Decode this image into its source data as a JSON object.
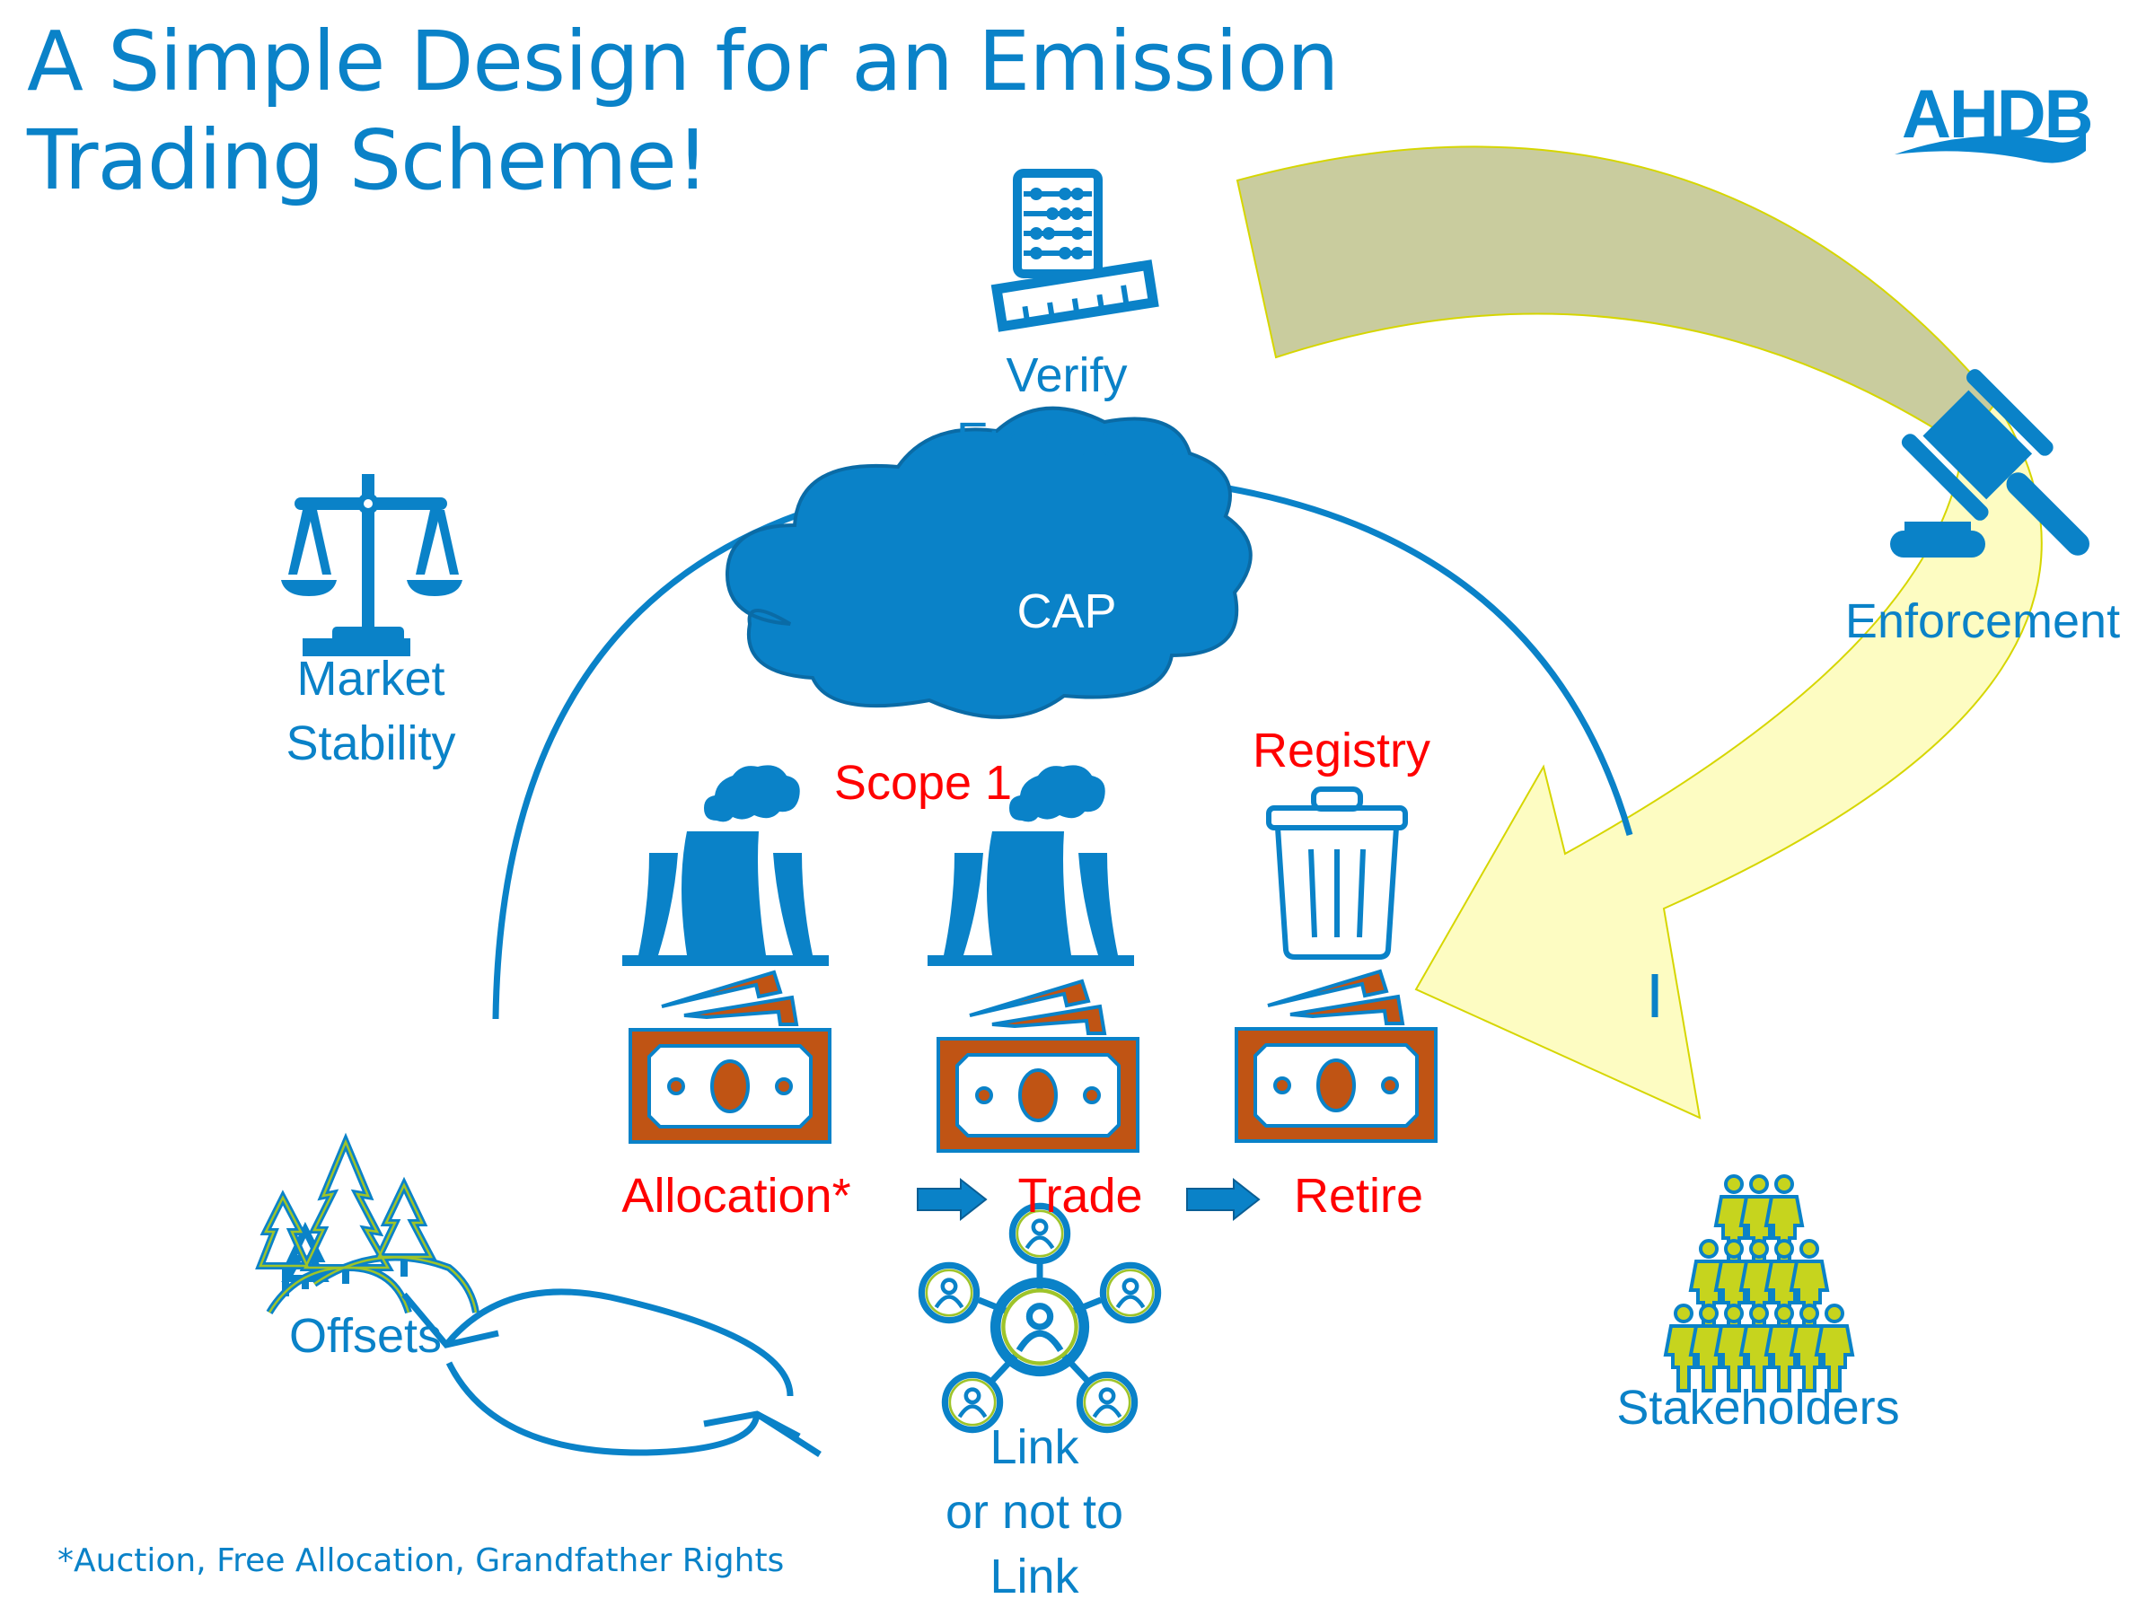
{
  "title": {
    "line1": "A Simple Design for an Emission",
    "line2": "Trading Scheme!"
  },
  "logo": {
    "text": "AHDB",
    "icon": "ahdb-logo-wave"
  },
  "colors": {
    "primary_blue": "#0082c8",
    "red_label": "#ff0000",
    "banknote_orange": "#c05414",
    "olive_arrow": "#c9cc9e",
    "yellow_arrow": "#fdfcc2",
    "arrow_outline": "#d6d600",
    "people_fill": "#c6d41e"
  },
  "nodes": {
    "verify": {
      "line1": "Verify",
      "line2": "Emissions",
      "icon": "abacus-ruler-icon"
    },
    "enforcement": {
      "label": "Enforcement",
      "icon": "gavel-icon"
    },
    "market_stability": {
      "line1": "Market",
      "line2": "Stability",
      "icon": "balance-scale-icon"
    },
    "cap": {
      "label": "CAP",
      "icon": "cloud-icon"
    },
    "scope": {
      "label": "Scope 1",
      "icon": "factory-icon"
    },
    "registry": {
      "label": "Registry",
      "icon": "trash-bin-icon"
    },
    "offsets": {
      "label": "Offsets",
      "icon": "forest-icon"
    },
    "link": {
      "line1": "Link",
      "line2": "or not to",
      "line3": "Link",
      "icon": "people-network-icon"
    },
    "stakeholders": {
      "label": "Stakeholders",
      "icon": "people-crowd-icon"
    }
  },
  "flow": {
    "steps": [
      {
        "label": "Allocation*",
        "icon": "banknote-icon"
      },
      {
        "label": "Trade",
        "icon": "banknote-icon"
      },
      {
        "label": "Retire",
        "icon": "banknote-icon"
      }
    ],
    "connector_icon": "right-arrow-icon"
  },
  "footnote": "*Auction, Free Allocation, Grandfather Rights"
}
